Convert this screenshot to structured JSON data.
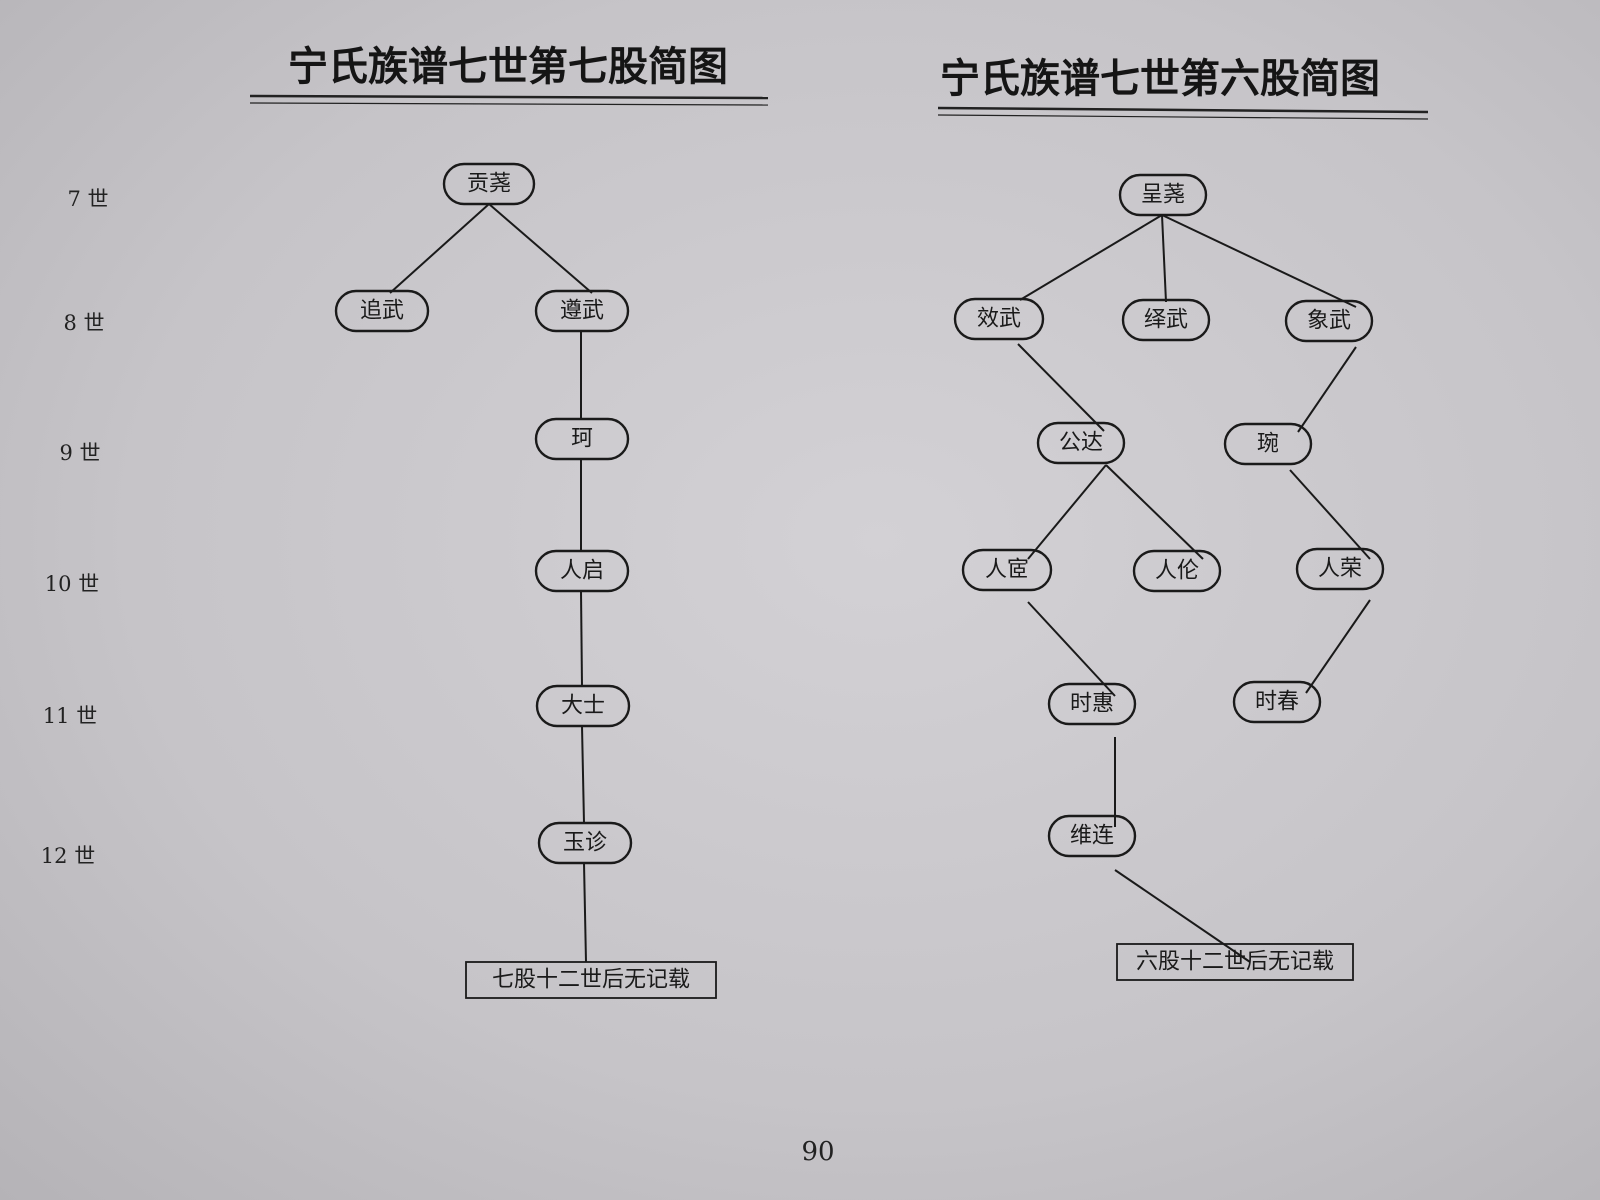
{
  "generations": [
    "7 世",
    "8 世",
    "9 世",
    "10 世",
    "11 世",
    "12 世"
  ],
  "left_chart": {
    "title": "宁氏族谱七世第七股简图",
    "nodes": [
      "贡荛",
      "追武",
      "遵武",
      "珂",
      "人启",
      "大士",
      "玉诊"
    ],
    "end_note": "七股十二世后无记载"
  },
  "right_chart": {
    "title": "宁氏族谱七世第六股简图",
    "nodes": [
      "呈荛",
      "效武",
      "绎武",
      "象武",
      "公达",
      "琬",
      "人宧",
      "人伦",
      "人荣",
      "时惠",
      "时春",
      "维连"
    ],
    "end_note": "六股十二世后无记载"
  },
  "page_number": "90"
}
